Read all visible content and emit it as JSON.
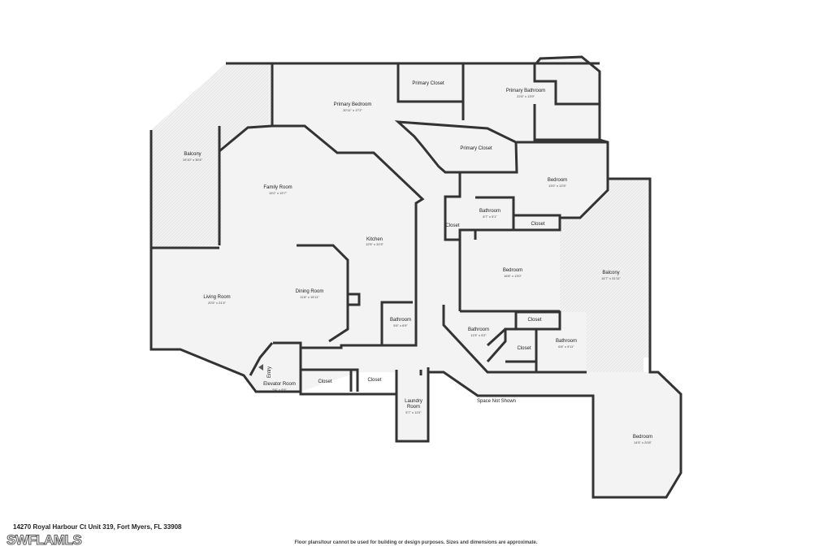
{
  "address": "14270 Royal Harbour Ct Unit 319, Fort Myers, FL 33908",
  "disclaimer": "Floor plans/tour cannot be used for building or design purposes. Sizes and dimensions are approximate.",
  "watermark": "SWFLAMLS",
  "rooms": {
    "primary_bedroom": {
      "name": "Primary Bedroom",
      "dim": "20'11\" x 17'2\""
    },
    "primary_closet_1": {
      "name": "Primary Closet"
    },
    "primary_bathroom": {
      "name": "Primary Bathroom",
      "dim": "22'6\" x 13'9\""
    },
    "primary_closet_2": {
      "name": "Primary Closet"
    },
    "balcony_left": {
      "name": "Balcony",
      "dim": "19'10\" x 30'4\""
    },
    "family_room": {
      "name": "Family Room",
      "dim": "19'2\" x 19'7\""
    },
    "kitchen": {
      "name": "Kitchen",
      "dim": "12'5\" x 31'5\""
    },
    "bedroom_upper": {
      "name": "Bedroom",
      "dim": "13'0\" x 12'5\""
    },
    "bathroom_upper": {
      "name": "Bathroom",
      "dim": "8'7\" x 5'1\""
    },
    "closet_a": {
      "name": "Closet"
    },
    "closet_b": {
      "name": "Closet"
    },
    "bedroom_mid": {
      "name": "Bedroom",
      "dim": "16'8\" x 13'0\""
    },
    "balcony_right": {
      "name": "Balcony",
      "dim": "14'7\" x 31'11\""
    },
    "living_room": {
      "name": "Living Room",
      "dim": "20'5\" x 21'4\""
    },
    "dining_room": {
      "name": "Dining Room",
      "dim": "11'8\" x 15'11\""
    },
    "bathroom_center": {
      "name": "Bathroom",
      "dim": "5'6\" x 6'9\""
    },
    "closet_c": {
      "name": "Closet"
    },
    "bathroom_lower_left": {
      "name": "Bathroom",
      "dim": "11'5\" x 9'2\""
    },
    "closet_d": {
      "name": "Closet"
    },
    "bathroom_lower_right": {
      "name": "Bathroom",
      "dim": "6'8\" x 9'11\""
    },
    "entry": {
      "name": "Entry"
    },
    "elevator_room": {
      "name": "Elevator Room",
      "dim": "9'4\" x 9'9\""
    },
    "closet_e": {
      "name": "Closet"
    },
    "closet_f": {
      "name": "Closet"
    },
    "laundry_room": {
      "name": "Laundry Room",
      "name_line1": "Laundry",
      "name_line2": "Room",
      "dim": "5'7\" x 11'0\""
    },
    "space_not_shown": {
      "name": "Space Not Shown"
    },
    "bedroom_lower": {
      "name": "Bedroom",
      "dim": "14'5\" x 20'8\""
    }
  }
}
